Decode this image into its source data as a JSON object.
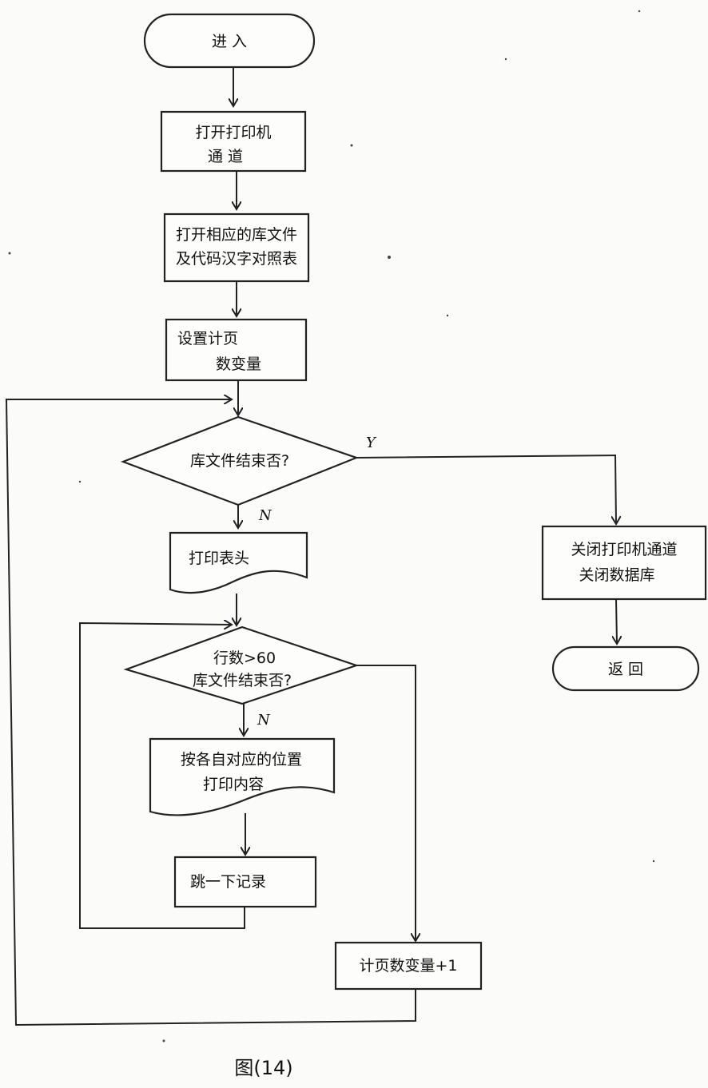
{
  "diagram": {
    "caption": "图(14)",
    "nodes": {
      "enter": [
        "进  入"
      ],
      "open_printer": [
        "打开打印机",
        "通 道"
      ],
      "open_library": [
        "打开相应的库文件",
        "及代码汉字对照表"
      ],
      "set_page_counter": [
        "设置计页",
        "数变量"
      ],
      "lib_end_check_1": [
        "库文件结束否?"
      ],
      "print_header": [
        "打印表头"
      ],
      "rows_check": [
        "行数>60",
        "库文件结束否?"
      ],
      "print_content": [
        "按各自对应的位置",
        "打印内容"
      ],
      "skip_record": [
        "跳一下记录"
      ],
      "page_counter_inc": [
        "计页数变量+1"
      ],
      "close_all": [
        "关闭打印机通道",
        "关闭数据库"
      ],
      "return": [
        "返  回"
      ]
    },
    "edge_labels": {
      "lib_end_yes": "Y",
      "lib_end_no": "N",
      "rows_no": "N"
    }
  }
}
